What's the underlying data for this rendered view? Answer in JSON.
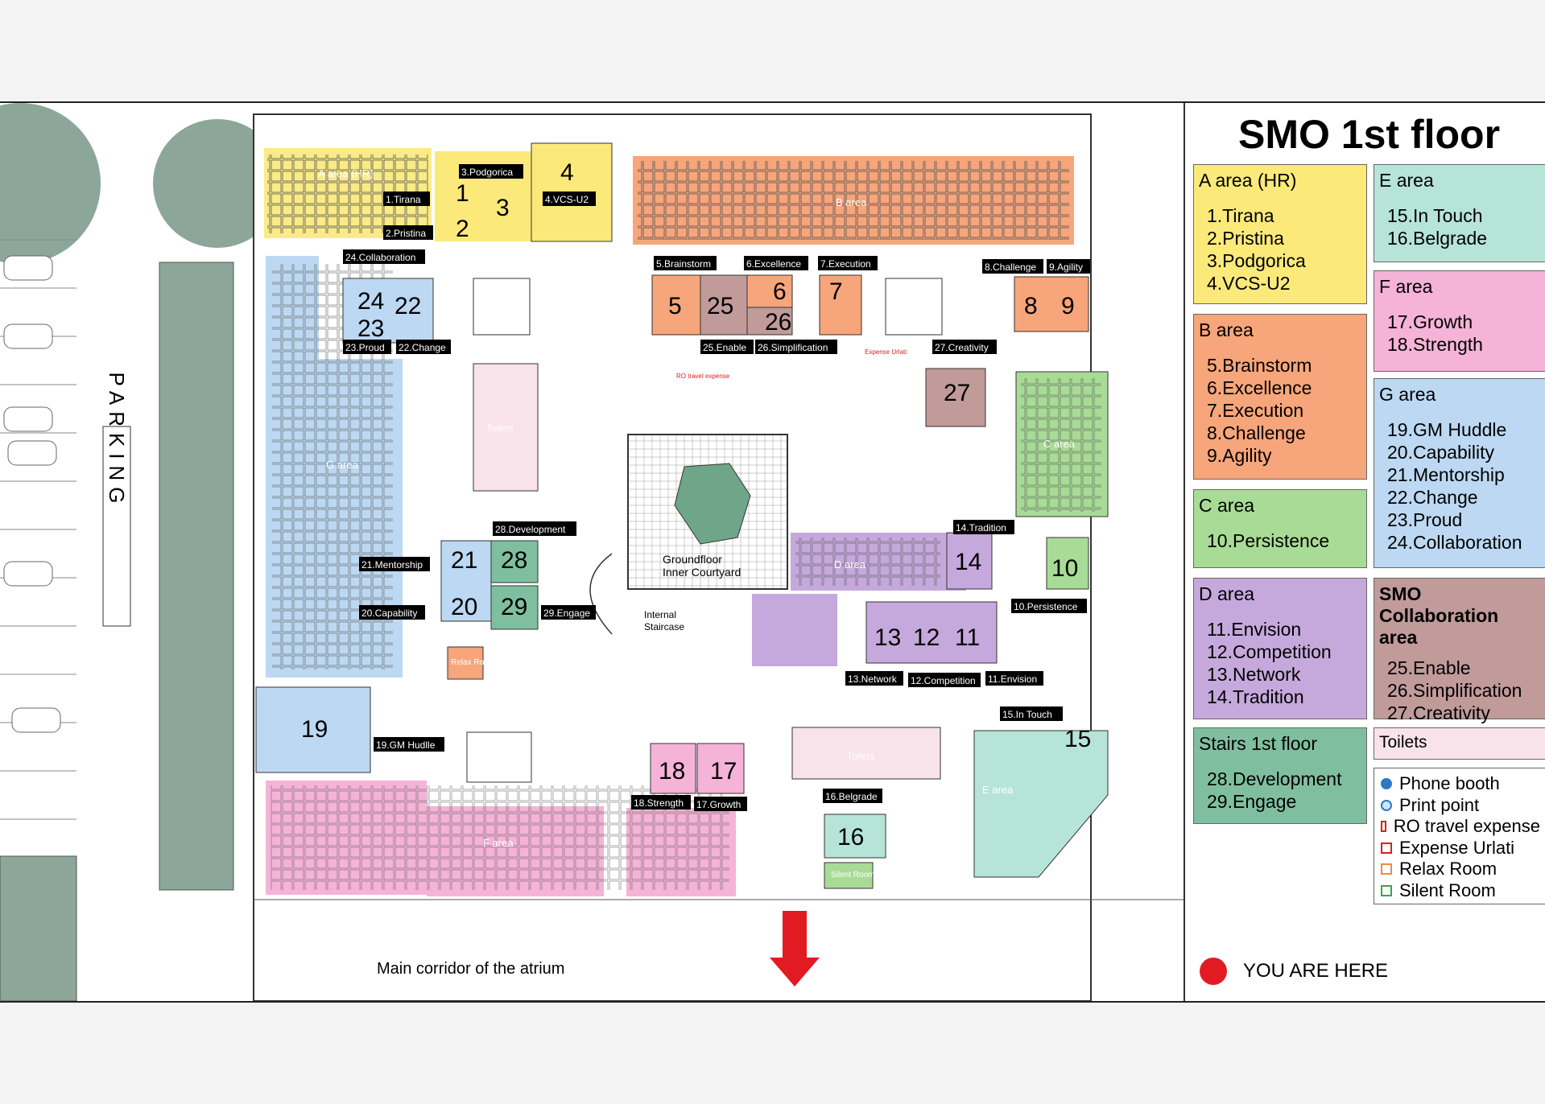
{
  "title": "SMO 1st floor",
  "plan_labels": {
    "parking": "PARKING",
    "corridor": "Main corridor of the atrium",
    "courtyard_line1": "Groundfloor",
    "courtyard_line2": "Inner Courtyard",
    "staircase_line1": "Internal",
    "staircase_line2": "Staircase",
    "a_area": "A area (HR)",
    "b_area": "B area",
    "c_area": "C area",
    "d_area": "D area",
    "e_area": "E area",
    "f_area": "F area",
    "g_area": "G area",
    "toilets": "Toilets",
    "relax_room": "Relax Room",
    "silent_room": "Silent Room",
    "ro_travel": "RO travel expense",
    "expense_urlati": "Expense Urlati"
  },
  "room_tags": {
    "t1": "1.Tirana",
    "t2": "2.Pristina",
    "t3": "3.Podgorica",
    "t4": "4.VCS-U2",
    "t5": "5.Brainstorm",
    "t6": "6.Excellence",
    "t7": "7.Execution",
    "t8": "8.Challenge",
    "t9": "9.Agility",
    "t10": "10.Persistence",
    "t11": "11.Envision",
    "t12": "12.Competition",
    "t13": "13.Network",
    "t14": "14.Tradition",
    "t15": "15.In Touch",
    "t16": "16.Belgrade",
    "t17": "17.Growth",
    "t18": "18.Strength",
    "t19": "19.GM Hudlle",
    "t20": "20.Capability",
    "t21": "21.Mentorship",
    "t22": "22.Change",
    "t23": "23.Proud",
    "t24": "24.Collaboration",
    "t25": "25.Enable",
    "t26": "26.Simplification",
    "t27": "27.Creativity",
    "t28": "28.Development",
    "t29": "29.Engage"
  },
  "room_numbers": [
    "1",
    "2",
    "3",
    "4",
    "5",
    "6",
    "7",
    "8",
    "9",
    "10",
    "11",
    "12",
    "13",
    "14",
    "15",
    "16",
    "17",
    "18",
    "19",
    "20",
    "21",
    "22",
    "23",
    "24",
    "25",
    "26",
    "27",
    "28",
    "29"
  ],
  "legend": {
    "a": {
      "header": "A area (HR)",
      "items": [
        "1.Tirana",
        "2.Pristina",
        "3.Podgorica",
        "4.VCS-U2"
      ]
    },
    "b": {
      "header": "B area",
      "items": [
        "5.Brainstorm",
        "6.Excellence",
        "7.Execution",
        "8.Challenge",
        "9.Agility"
      ]
    },
    "c": {
      "header": "C area",
      "items": [
        "10.Persistence"
      ]
    },
    "d": {
      "header": "D area",
      "items": [
        "11.Envision",
        "12.Competition",
        "13.Network",
        "14.Tradition"
      ]
    },
    "stairs": {
      "header": "Stairs 1st floor",
      "items": [
        "28.Development",
        "29.Engage"
      ]
    },
    "e": {
      "header": "E area",
      "items": [
        "15.In Touch",
        "16.Belgrade"
      ]
    },
    "f": {
      "header": "F area",
      "items": [
        "17.Growth",
        "18.Strength"
      ]
    },
    "g": {
      "header": "G area",
      "items": [
        "19.GM Huddle",
        "20.Capability",
        "21.Mentorship",
        "22.Change",
        "23.Proud",
        "24.Collaboration"
      ]
    },
    "smo": {
      "header": "SMO Collaboration area",
      "items": [
        "25.Enable",
        "26.Simplification",
        "27.Creativity"
      ]
    },
    "toilets": "Toilets",
    "keys": [
      "Phone booth",
      "Print point",
      "RO travel expense",
      "Expense Urlati",
      "Relax Room",
      "Silent Room"
    ],
    "you_are_here": "YOU ARE HERE"
  },
  "colors": {
    "a": "#fbe97a",
    "b": "#f7a57a",
    "c": "#a8dc96",
    "d": "#c6a9dc",
    "e": "#b6e4d8",
    "f": "#f4b3d7",
    "g": "#bcd8f2",
    "smo": "#c19a9a",
    "stairs": "#7fbf9f",
    "toilets": "#f9e3ea",
    "marker": "#e21b23"
  }
}
